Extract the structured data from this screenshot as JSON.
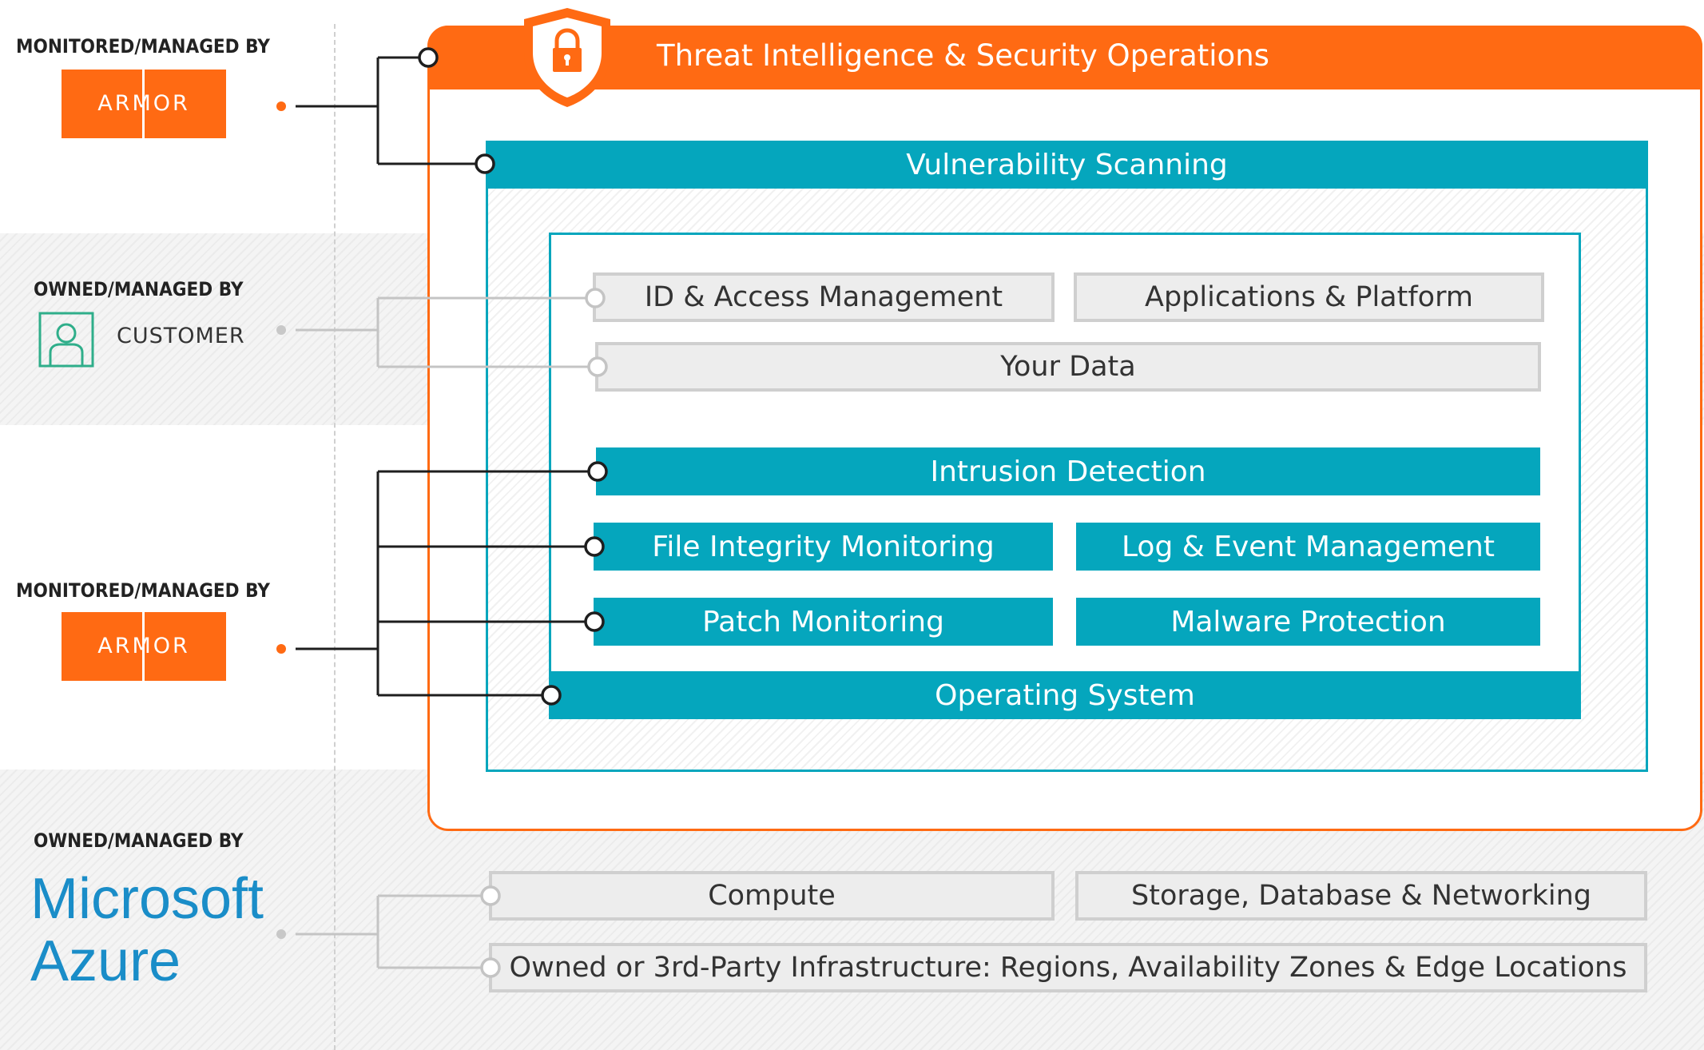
{
  "owners": {
    "top_armor": {
      "label": "MONITORED/MANAGED BY",
      "logo_text": "ARMOR"
    },
    "customer": {
      "label": "OWNED/MANAGED BY",
      "name": "CUSTOMER"
    },
    "middle_armor": {
      "label": "MONITORED/MANAGED BY",
      "logo_text": "ARMOR"
    },
    "azure": {
      "label": "OWNED/MANAGED BY",
      "line1": "Microsoft",
      "line2": "Azure"
    }
  },
  "layers": {
    "threat_intel": "Threat Intelligence & Security Operations",
    "vuln_scanning": "Vulnerability Scanning",
    "id_access": "ID & Access Management",
    "applications": "Applications & Platform",
    "your_data": "Your Data",
    "intrusion": "Intrusion Detection",
    "file_integrity": "File Integrity Monitoring",
    "log_event": "Log & Event Management",
    "patch": "Patch Monitoring",
    "malware": "Malware Protection",
    "os": "Operating System",
    "compute": "Compute",
    "storage": "Storage, Database & Networking",
    "infrastructure": "Owned or 3rd-Party Infrastructure: Regions, Availability Zones & Edge Locations"
  },
  "colors": {
    "armor_orange": "#ff6a13",
    "teal": "#05a6bd",
    "customer_green": "#2fae8a",
    "azure_blue": "#1a8dc8"
  },
  "icons": [
    "shield-lock-icon",
    "customer-person-icon"
  ]
}
